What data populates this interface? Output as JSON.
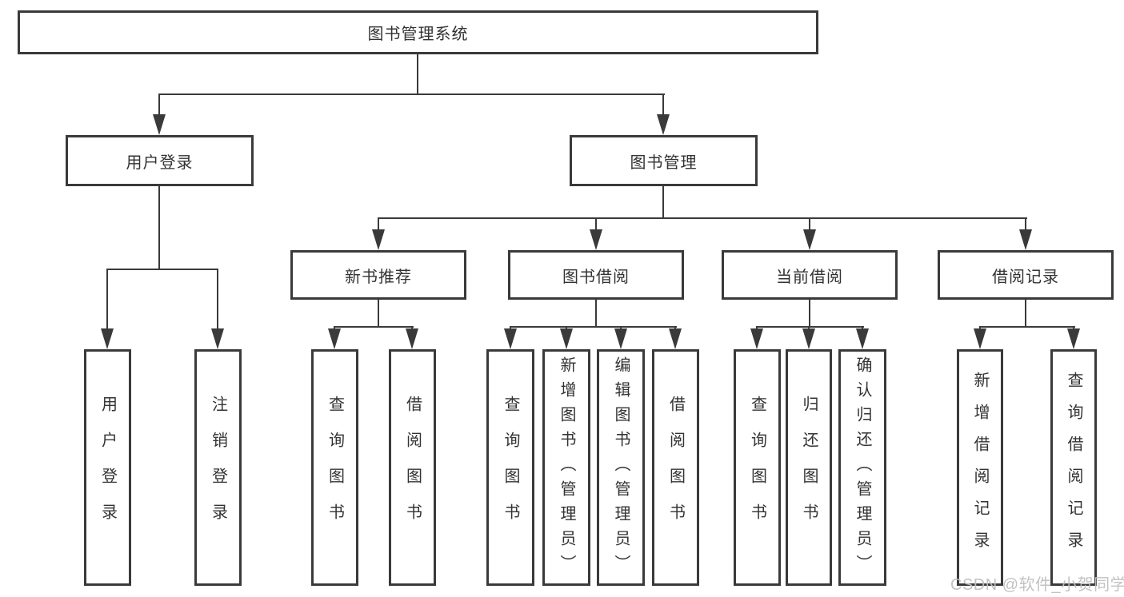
{
  "tree": {
    "root": {
      "label": "图书管理系统"
    },
    "branches": [
      {
        "label": "用户登录",
        "children": [
          {
            "label": "用户登录"
          },
          {
            "label": "注销登录"
          }
        ]
      },
      {
        "label": "图书管理",
        "children": [
          {
            "label": "新书推荐",
            "children": [
              {
                "label": "查询图书"
              },
              {
                "label": "借阅图书"
              }
            ]
          },
          {
            "label": "图书借阅",
            "children": [
              {
                "label": "查询图书"
              },
              {
                "label": "新增图书（管理员）"
              },
              {
                "label": "编辑图书（管理员）"
              },
              {
                "label": "借阅图书"
              }
            ]
          },
          {
            "label": "当前借阅",
            "children": [
              {
                "label": "查询图书"
              },
              {
                "label": "归还图书"
              },
              {
                "label": "确认归还（管理员）"
              }
            ]
          },
          {
            "label": "借阅记录",
            "children": [
              {
                "label": "新增借阅记录"
              },
              {
                "label": "查询借阅记录"
              }
            ]
          }
        ]
      }
    ]
  },
  "watermark": {
    "text": "CSDN @软件_小贺同学"
  },
  "colors": {
    "line": "#3a3a3a",
    "text": "#333333",
    "watermark": "#bfbfbf",
    "background": "#ffffff"
  }
}
